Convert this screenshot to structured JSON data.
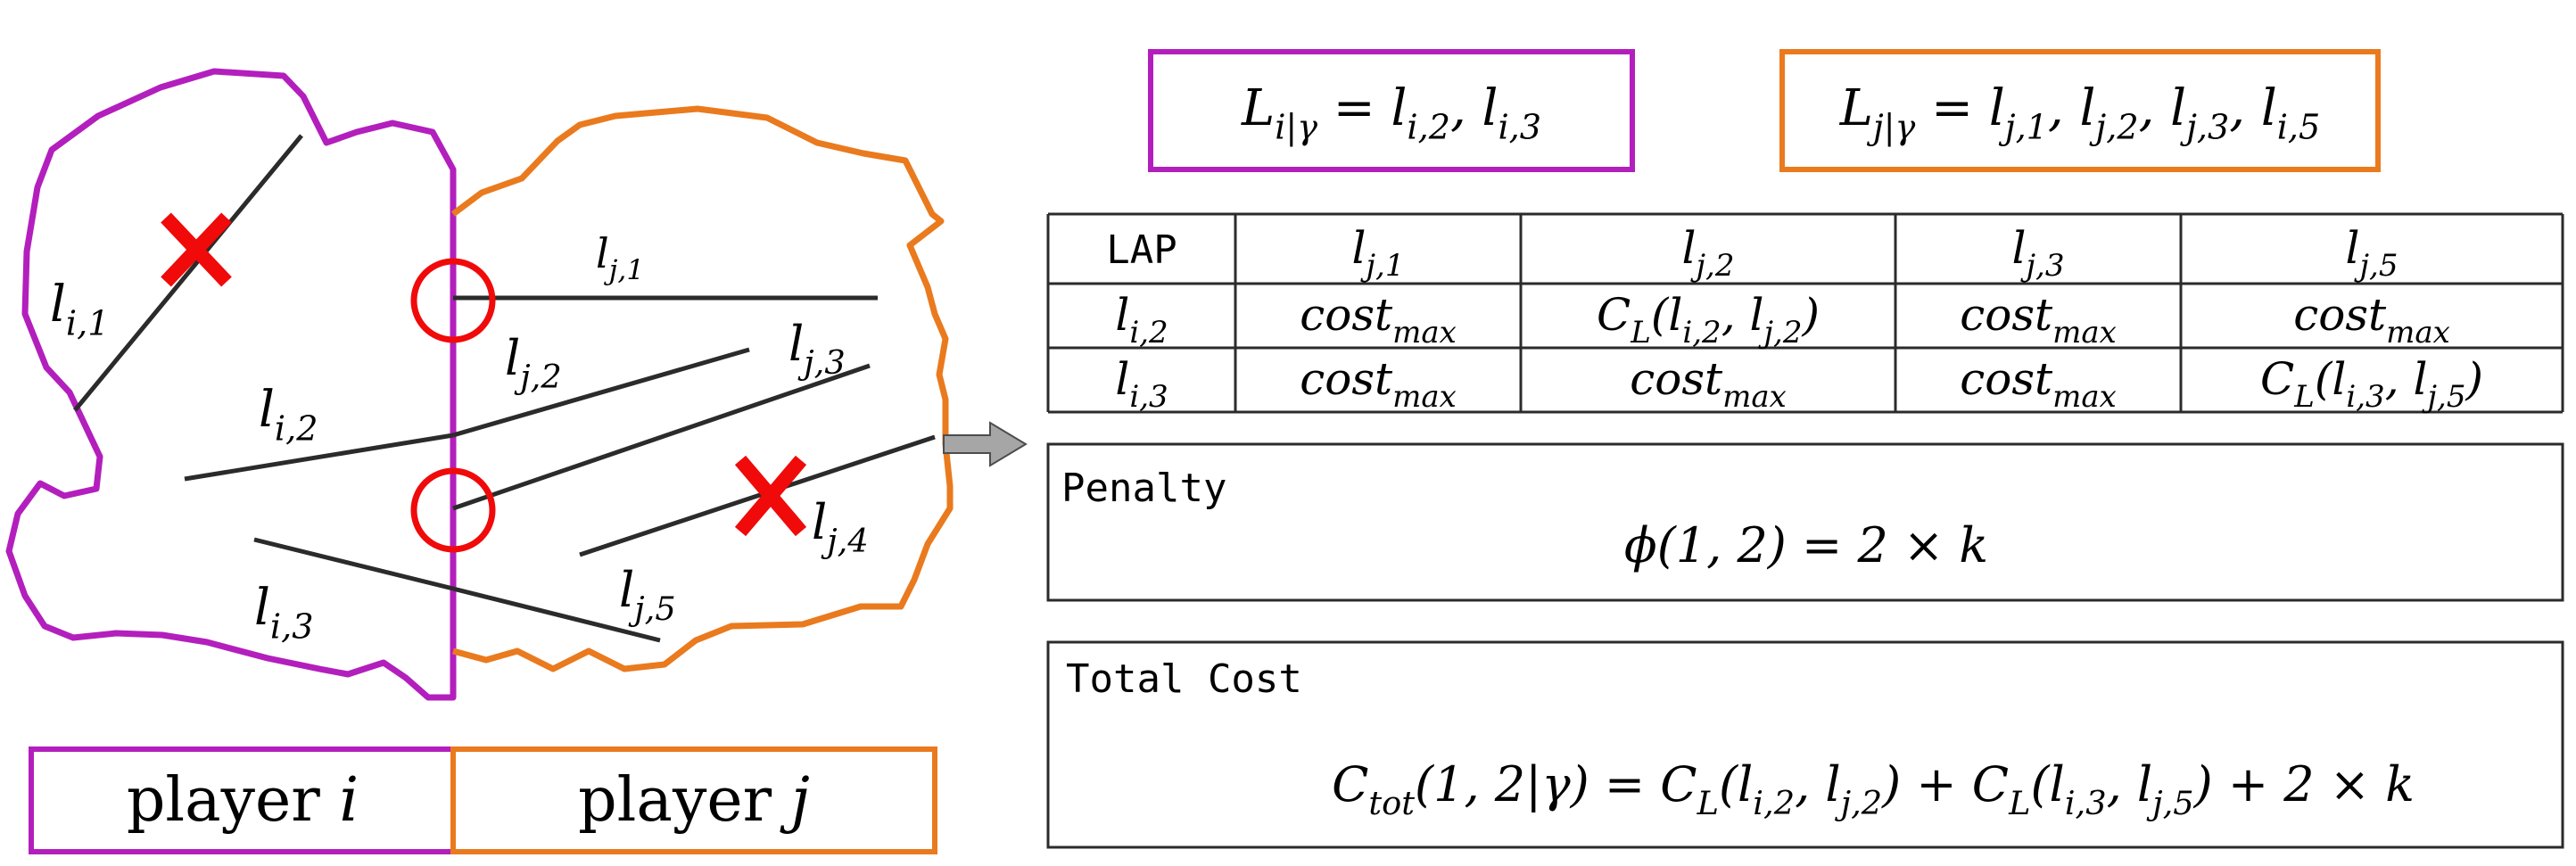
{
  "colors": {
    "player_i": "#b31fbd",
    "player_j": "#ea7a1e",
    "line": "#2b2b2b",
    "mark": "#f00a0a",
    "border": "#2b2b2b",
    "arrow": "#a6a6a6"
  },
  "map": {
    "line_labels": {
      "li1": "l_{i,1}",
      "li2": "l_{i,2}",
      "li3": "l_{i,3}",
      "lj1": "l_{j,1}",
      "lj2": "l_{j,2}",
      "lj3": "l_{j,3}",
      "lj4": "l_{j,4}",
      "lj5": "l_{j,5}"
    },
    "rejected_icon": "cross-mark-icon",
    "junction_icon": "circle-marker-icon"
  },
  "legend": {
    "player_i": {
      "text": "player ",
      "var": "i"
    },
    "player_j": {
      "text": "player ",
      "var": "j"
    }
  },
  "sets": {
    "set_i": {
      "lhs": "L",
      "sub": "i|γ",
      "rhs": " = l_{i,2}, l_{i,3}"
    },
    "set_j": {
      "lhs": "L",
      "sub": "j|γ",
      "rhs": " = l_{j,1}, l_{j,2}, l_{j,3}, l_{i,5}"
    }
  },
  "lap_table": {
    "corner": "LAP",
    "columns": [
      "l_{j,1}",
      "l_{j,2}",
      "l_{j,3}",
      "l_{j,5}"
    ],
    "rows": [
      {
        "header": "l_{i,2}",
        "cells": [
          "cost_{max}",
          "C_L(l_{i,2}, l_{j,2})",
          "cost_{max}",
          "cost_{max}"
        ]
      },
      {
        "header": "l_{i,3}",
        "cells": [
          "cost_{max}",
          "cost_{max}",
          "cost_{max}",
          "C_L(l_{i,3}, l_{j,5})"
        ]
      }
    ]
  },
  "penalty": {
    "title": "Penalty",
    "formula": "ϕ(1, 2) = 2 × k"
  },
  "total_cost": {
    "title": "Total Cost",
    "formula": "C_{tot}(1, 2|γ) = C_L(l_{i,2}, l_{j,2}) + C_L(l_{i,3}, l_{j,5}) + 2 × k"
  }
}
